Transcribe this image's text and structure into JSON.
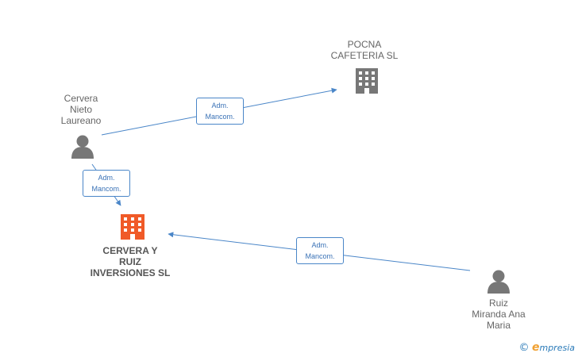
{
  "colors": {
    "edge": "#4a86c8",
    "company_icon": "#777777",
    "focus_company_icon": "#f05a28",
    "person_icon": "#777777"
  },
  "nodes": [
    {
      "id": "pocna",
      "kind": "company",
      "icon": "building-icon",
      "label": "POCNA\nCAFETERIA SL"
    },
    {
      "id": "cervera_nieto",
      "kind": "person",
      "icon": "person-icon",
      "label": "Cervera\nNieto\nLaureano"
    },
    {
      "id": "cervera_ruiz",
      "kind": "focus-company",
      "icon": "building-icon",
      "label": "CERVERA Y\nRUIZ\nINVERSIONES SL"
    },
    {
      "id": "ruiz_miranda",
      "kind": "person",
      "icon": "person-icon",
      "label": "Ruiz\nMiranda Ana\nMaria"
    }
  ],
  "edges": [
    {
      "from": "cervera_nieto",
      "to": "pocna",
      "label": "Adm.\nMancom."
    },
    {
      "from": "cervera_nieto",
      "to": "cervera_ruiz",
      "label": "Adm.\nMancom."
    },
    {
      "from": "ruiz_miranda",
      "to": "cervera_ruiz",
      "label": "Adm.\nMancom."
    }
  ],
  "watermark": {
    "copyright": "©",
    "brand_initial": "e",
    "brand_rest": "mpresia"
  }
}
